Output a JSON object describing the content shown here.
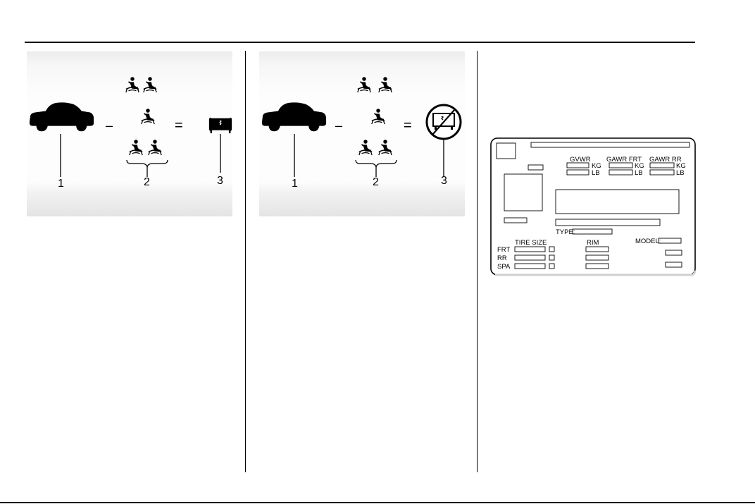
{
  "figure1": {
    "callouts": [
      "1",
      "2",
      "3"
    ],
    "operators": {
      "minus": "–",
      "equals": "="
    }
  },
  "figure2": {
    "callouts": [
      "1",
      "2",
      "3"
    ],
    "operators": {
      "minus": "–",
      "equals": "="
    }
  },
  "label": {
    "gvwr": "GVWR",
    "gawr_frt": "GAWR FRT",
    "gawr_rr": "GAWR RR",
    "kg": "KG",
    "lb": "LB",
    "type": "TYPE:",
    "model": "MODEL:",
    "tire_size": "TIRE SIZE",
    "rim": "RIM",
    "frt": "FRT",
    "rr": "RR",
    "spa": "SPA"
  },
  "icons": {
    "car": "car-icon",
    "seatbelt": "seatbelt-occupant-icon",
    "cargo": "cargo-box-icon",
    "no_cargo": "no-cargo-icon"
  }
}
